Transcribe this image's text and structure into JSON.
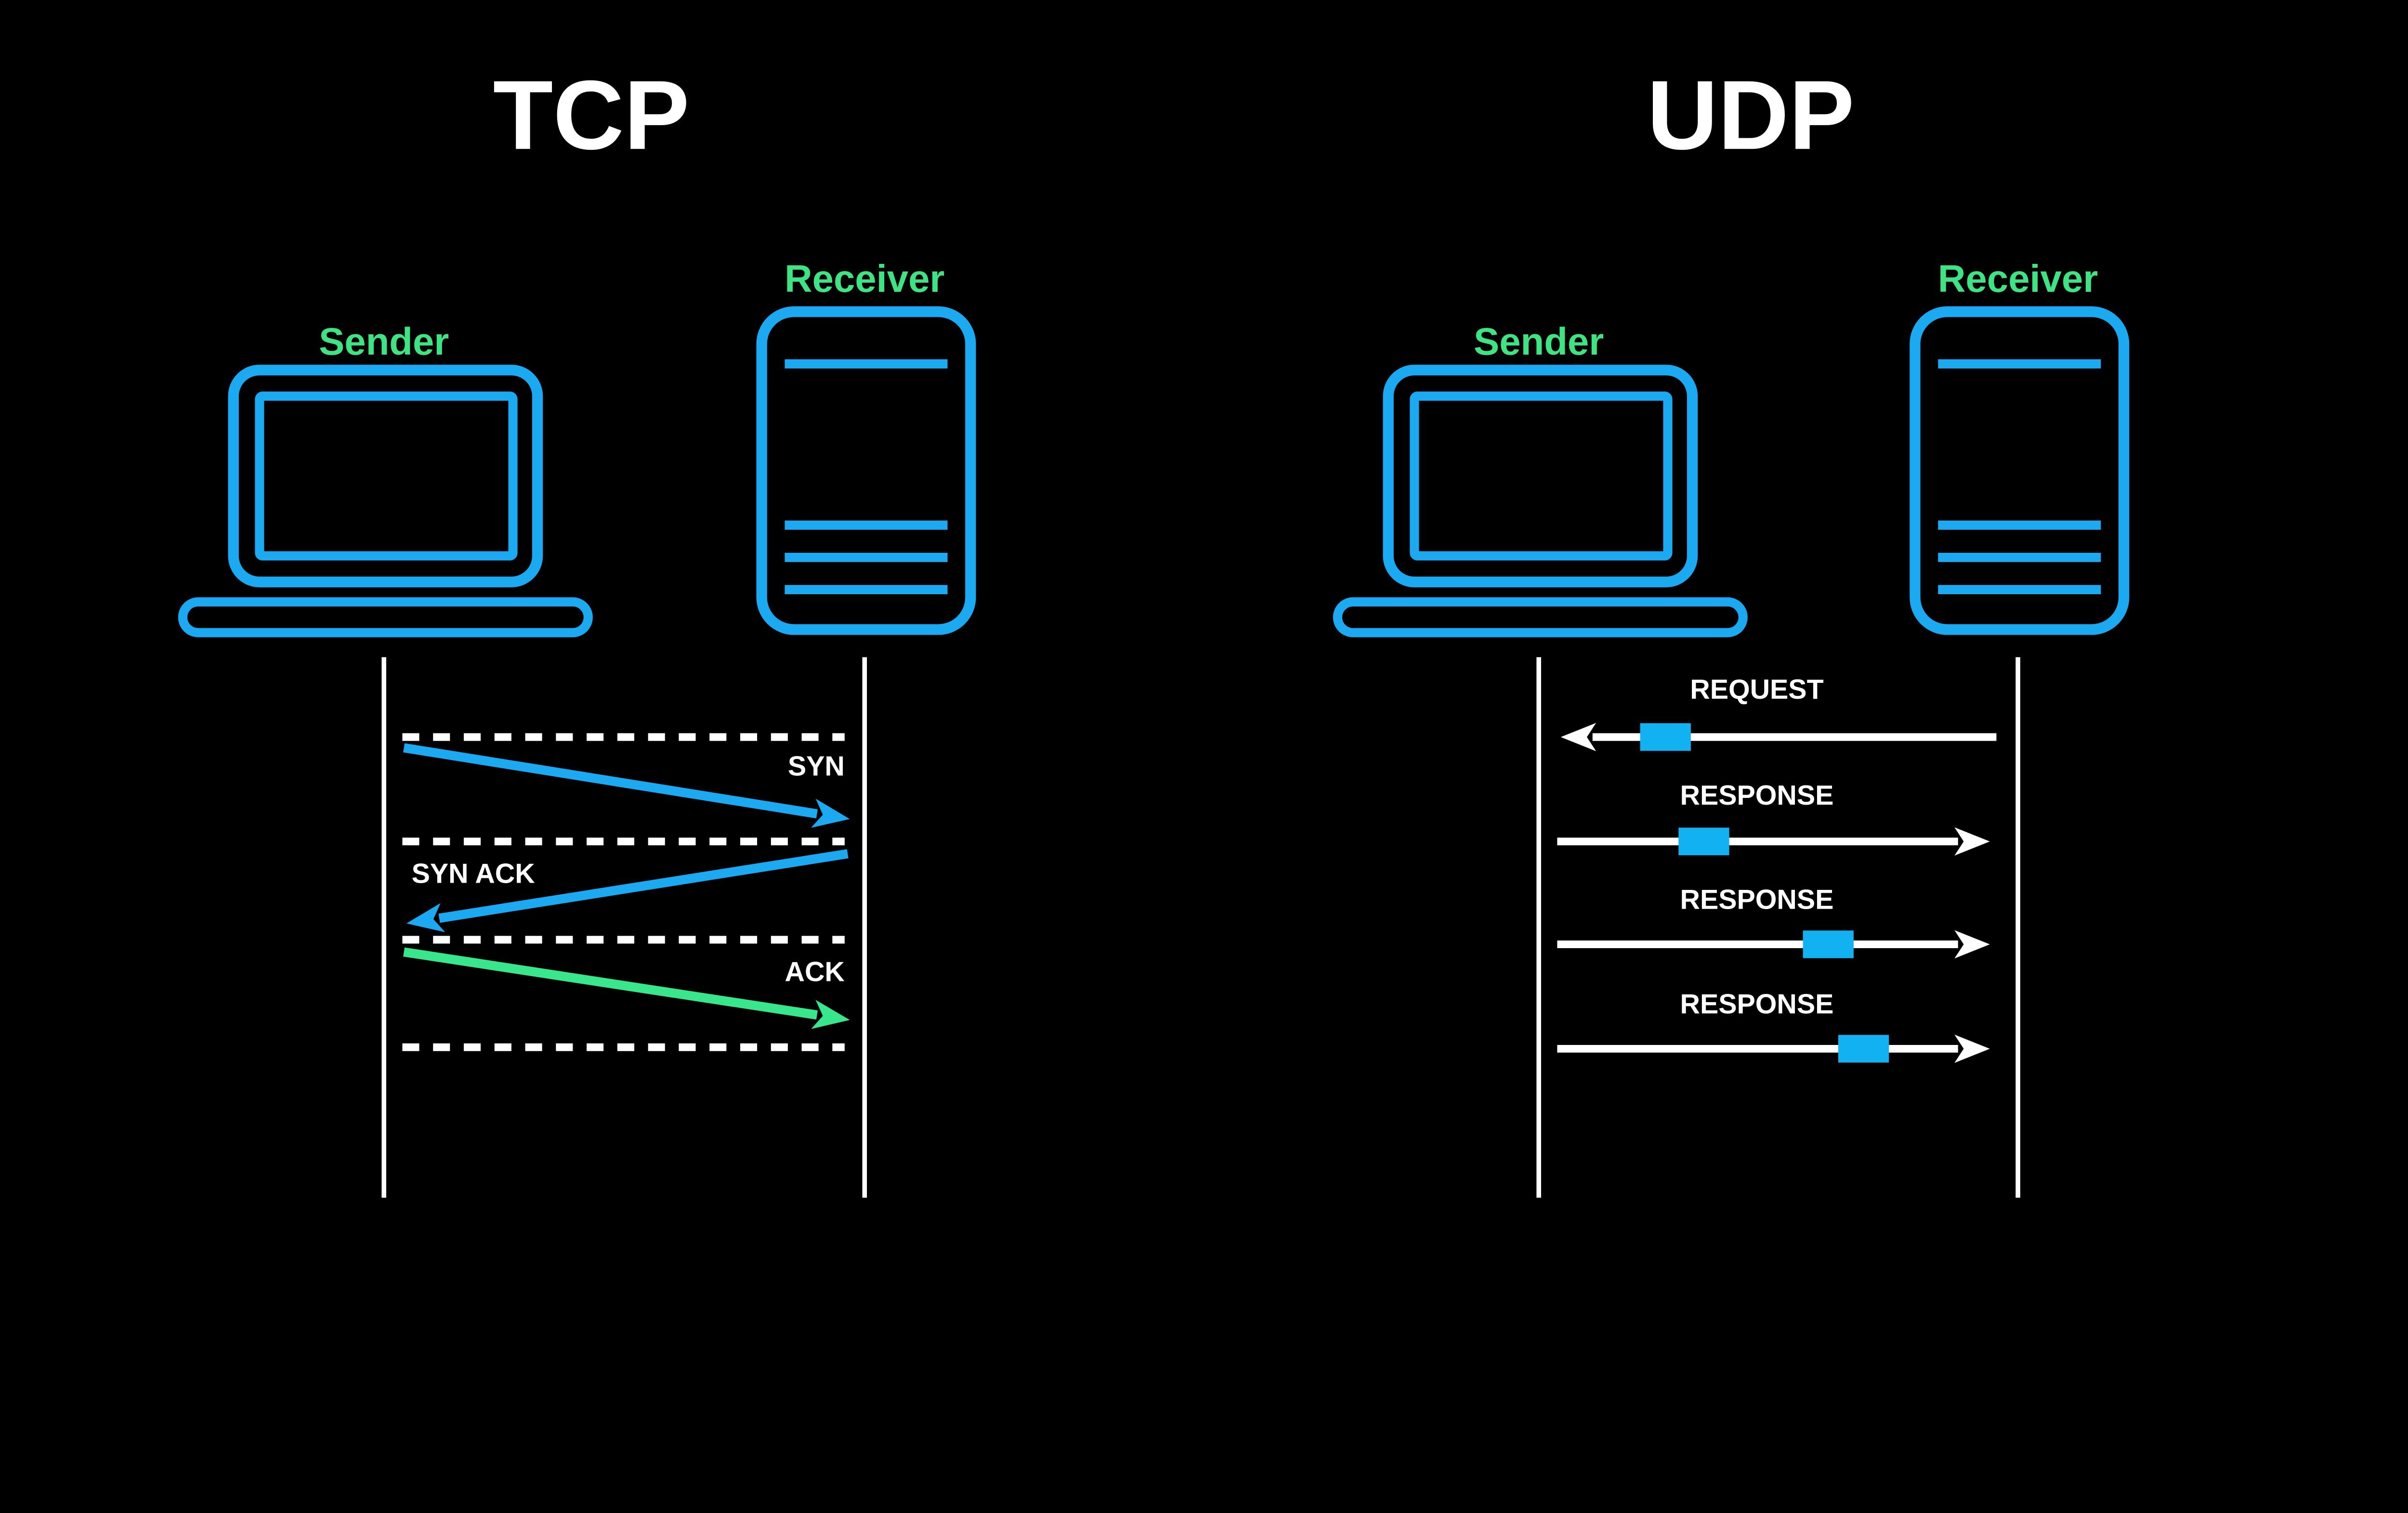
{
  "colors": {
    "background": "#000000",
    "device_outline_blue": "#1ba9f1",
    "packet_blue": "#12b2f2",
    "actor_label_green": "#3ee483",
    "ack_arrow_green": "#38e68b",
    "line_white": "#ffffff"
  },
  "tcp": {
    "title": "TCP",
    "sender": {
      "label": "Sender",
      "icon": "laptop-icon"
    },
    "receiver": {
      "label": "Receiver",
      "icon": "server-icon"
    },
    "messages": [
      {
        "label": "SYN",
        "from": "sender",
        "to": "receiver",
        "arrow_color": "#1ba9f1"
      },
      {
        "label": "SYN ACK",
        "from": "receiver",
        "to": "sender",
        "arrow_color": "#1ba9f1"
      },
      {
        "label": "ACK",
        "from": "sender",
        "to": "receiver",
        "arrow_color": "#38e68b"
      }
    ]
  },
  "udp": {
    "title": "UDP",
    "sender": {
      "label": "Sender",
      "icon": "laptop-icon"
    },
    "receiver": {
      "label": "Receiver",
      "icon": "server-icon"
    },
    "messages": [
      {
        "label": "REQUEST",
        "arrow_direction": "left",
        "packet_color": "#12b2f2"
      },
      {
        "label": "RESPONSE",
        "arrow_direction": "right",
        "packet_color": "#12b2f2"
      },
      {
        "label": "RESPONSE",
        "arrow_direction": "right",
        "packet_color": "#12b2f2"
      },
      {
        "label": "RESPONSE",
        "arrow_direction": "right",
        "packet_color": "#12b2f2"
      }
    ]
  }
}
